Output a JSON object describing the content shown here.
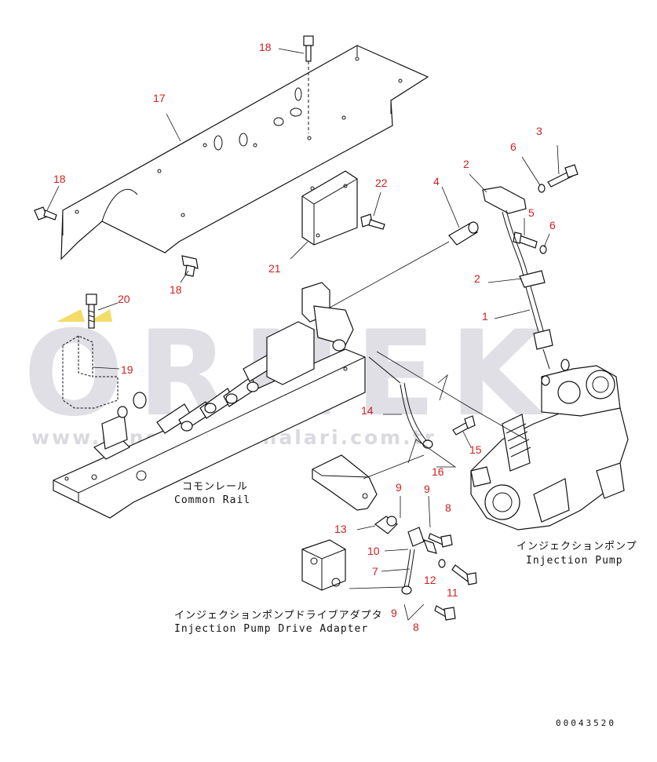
{
  "watermark": {
    "brand": "ORNEK",
    "url": "www.ornekismakinalari.com.tr",
    "accent_color": "#f3dc6a"
  },
  "callout_color": "#d02020",
  "callouts": [
    {
      "id": "c18a",
      "label": "18"
    },
    {
      "id": "c17",
      "label": "17"
    },
    {
      "id": "c18b",
      "label": "18"
    },
    {
      "id": "c22",
      "label": "22"
    },
    {
      "id": "c21",
      "label": "21"
    },
    {
      "id": "c18c",
      "label": "18"
    },
    {
      "id": "c20",
      "label": "20"
    },
    {
      "id": "c19",
      "label": "19"
    },
    {
      "id": "c4",
      "label": "4"
    },
    {
      "id": "c2a",
      "label": "2"
    },
    {
      "id": "c6a",
      "label": "6"
    },
    {
      "id": "c3",
      "label": "3"
    },
    {
      "id": "c5",
      "label": "5"
    },
    {
      "id": "c6b",
      "label": "6"
    },
    {
      "id": "c2b",
      "label": "2"
    },
    {
      "id": "c1",
      "label": "1"
    },
    {
      "id": "c14",
      "label": "14"
    },
    {
      "id": "c15",
      "label": "15"
    },
    {
      "id": "c16",
      "label": "16"
    },
    {
      "id": "c9a",
      "label": "9"
    },
    {
      "id": "c9b",
      "label": "9"
    },
    {
      "id": "c8a",
      "label": "8"
    },
    {
      "id": "c13",
      "label": "13"
    },
    {
      "id": "c10",
      "label": "10"
    },
    {
      "id": "c7",
      "label": "7"
    },
    {
      "id": "c12",
      "label": "12"
    },
    {
      "id": "c11",
      "label": "11"
    },
    {
      "id": "c9c",
      "label": "9"
    },
    {
      "id": "c8b",
      "label": "8"
    }
  ],
  "captions": {
    "common_rail_jp": "コモンレール",
    "common_rail_en": "Common Rail",
    "injection_pump_jp": "インジェクションポンプ",
    "injection_pump_en": "Injection Pump",
    "drive_adapter_jp": "インジェクションポンプドライブアダプタ",
    "drive_adapter_en": "Injection Pump Drive Adapter"
  },
  "reference_number": "00043520"
}
